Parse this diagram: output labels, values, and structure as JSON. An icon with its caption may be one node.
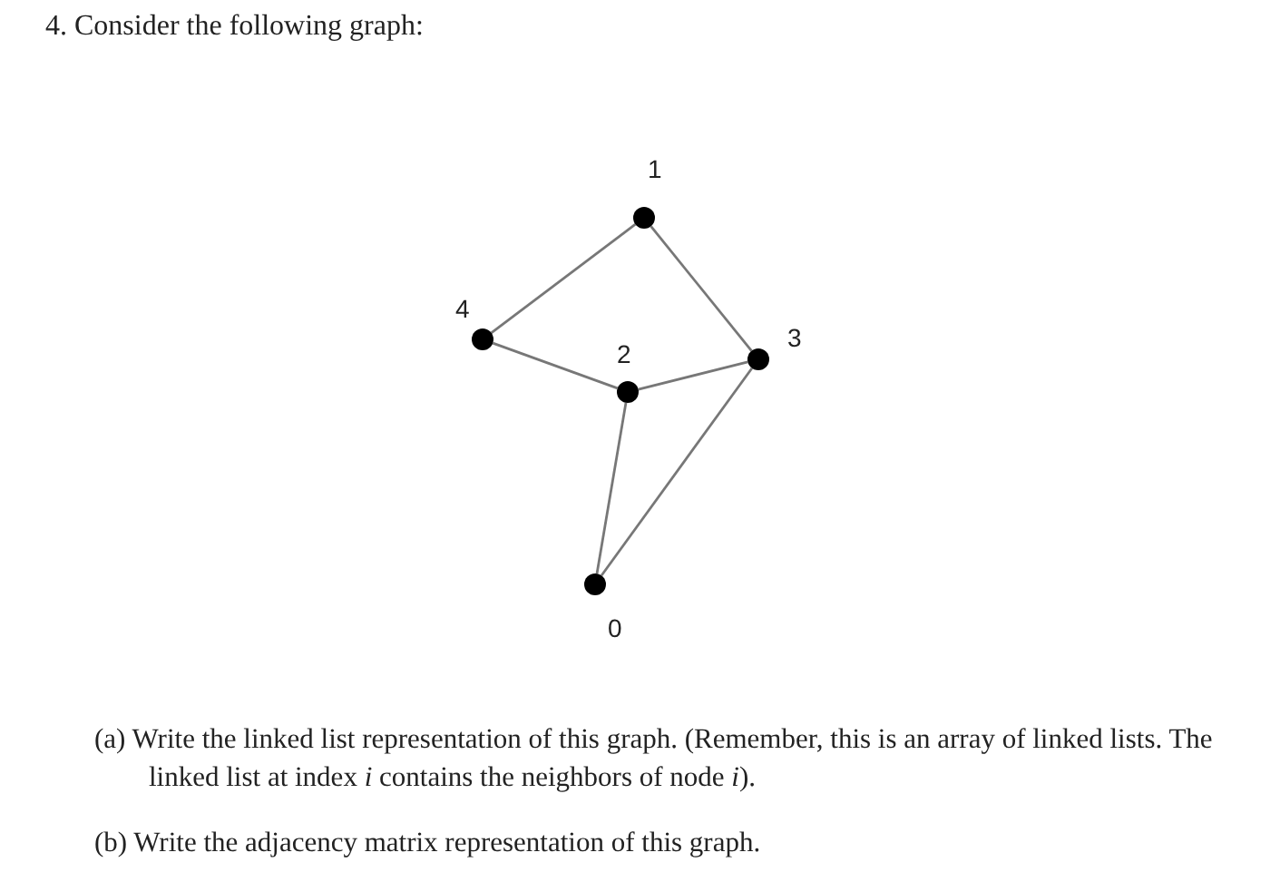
{
  "diagram": {
    "title": "4. Consider the following graph:",
    "nodes": [
      {
        "text": [],
        "shape": "circle",
        "beside": [
          "1"
        ]
      },
      {
        "text": [],
        "shape": "circle",
        "beside": [
          "4"
        ]
      },
      {
        "text": [],
        "shape": "circle",
        "beside": [
          "3"
        ]
      },
      {
        "text": [],
        "shape": "circle",
        "beside": [
          "2"
        ]
      },
      {
        "text": [],
        "shape": "circle",
        "beside": [
          "0"
        ]
      }
    ],
    "edges": [
      {
        "from": 0,
        "to": 1,
        "arrow": "none"
      },
      {
        "from": 0,
        "to": 2,
        "arrow": "none"
      },
      {
        "from": 1,
        "to": 3,
        "arrow": "none"
      },
      {
        "from": 3,
        "to": 2,
        "arrow": "none"
      },
      {
        "from": 3,
        "to": 4,
        "arrow": "none"
      },
      {
        "from": 2,
        "to": 4,
        "arrow": "none"
      }
    ],
    "labels": [
      "(a) Write the linked list representation of this graph. (Remember, this is an array of linked lists. The linked list at index *i* contains the neighbors of node *i*).",
      "(b) Write the adjacency matrix representation of this graph."
    ]
  }
}
